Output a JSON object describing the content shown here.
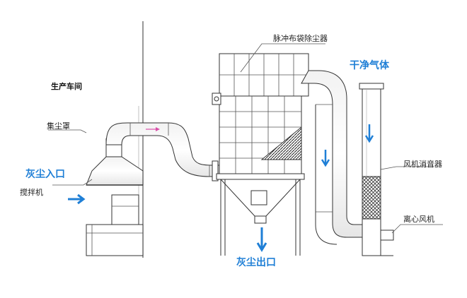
{
  "labels": {
    "workshop": "生产车间",
    "hood": "集尘罩",
    "mixer": "搅拌机",
    "dust_inlet": "灰尘入口",
    "bag_filter": "脉冲布袋除尘器",
    "clean_gas": "干净气体",
    "silencer": "风机消音器",
    "fan": "离心风机",
    "dust_outlet": "灰尘出口"
  },
  "colors": {
    "accent_blue": "#1f7fd6",
    "flow_arrow_pink": "#d94fa8",
    "line": "#333333"
  },
  "icons": {
    "flow_arrows": "arrow-icon",
    "filter_media": "hatched-filter-icon",
    "silencer_mesh": "mesh-icon"
  }
}
